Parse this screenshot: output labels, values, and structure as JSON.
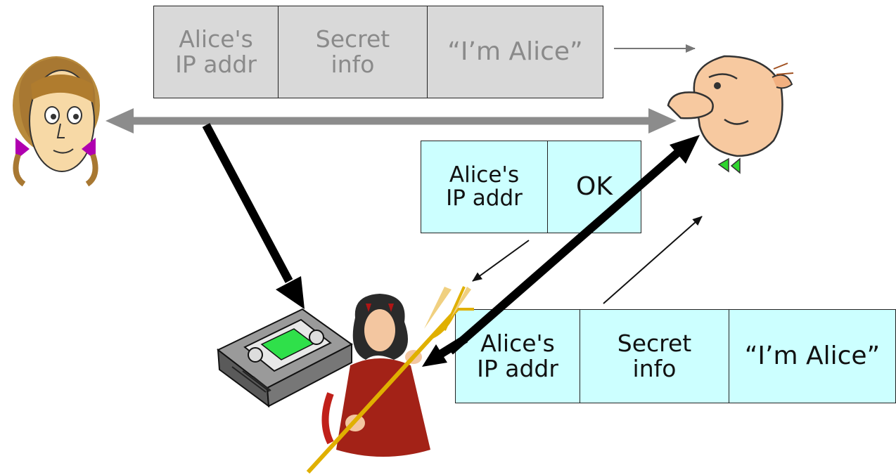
{
  "top_packet": {
    "cell1": [
      "Alice's",
      "IP addr"
    ],
    "cell2": [
      "Secret",
      "info"
    ],
    "cell3": "“I’m Alice”"
  },
  "ok_packet": {
    "cell1": [
      "Alice's",
      "IP addr"
    ],
    "cell2": "OK"
  },
  "replay_packet": {
    "cell1": [
      "Alice's",
      "IP addr"
    ],
    "cell2": [
      "Secret",
      "info"
    ],
    "cell3": "“I’m Alice”"
  },
  "colors": {
    "gray_fill": "#d9d9d9",
    "gray_text": "#8a8a8a",
    "cyan_fill": "#ccffff",
    "channel_arrow": "#8c8c8c"
  },
  "icons": [
    "alice-icon",
    "bob-icon",
    "trudy-icon",
    "recorder-icon"
  ]
}
